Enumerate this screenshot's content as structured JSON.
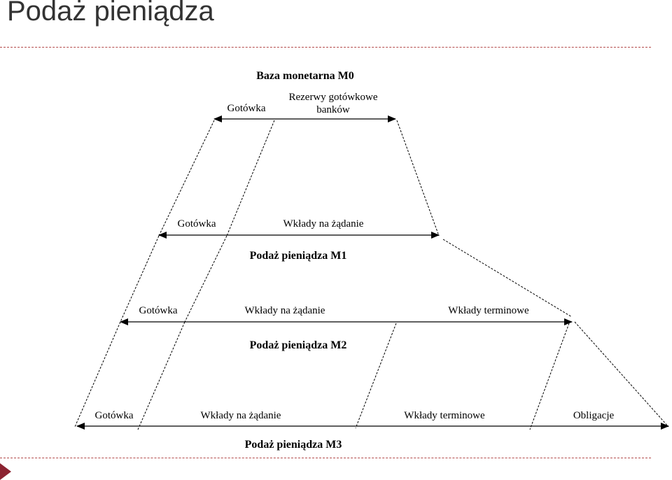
{
  "slide": {
    "title": "Podaż pieniądza"
  },
  "m0": {
    "title": "Baza monetarna M0",
    "gotowka": "Gotówka",
    "rezerwy_line1": "Rezerwy gotówkowe",
    "rezerwy_line2": "banków"
  },
  "m1": {
    "gotowka": "Gotówka",
    "wklady_na_zadanie": "Wkłady na żądanie",
    "title": "Podaż pieniądza M1"
  },
  "m2": {
    "gotowka": "Gotówka",
    "wklady_na_zadanie": "Wkłady na żądanie",
    "wklady_terminowe": "Wkłady terminowe",
    "title": "Podaż pieniądza M2"
  },
  "m3": {
    "gotowka": "Gotówka",
    "wklady_na_zadanie": "Wkłady na żądanie",
    "wklady_terminowe": "Wkłady terminowe",
    "obligacje": "Obligacje",
    "title": "Podaż pieniądza M3"
  },
  "colors": {
    "accent": "#8b2331",
    "rule": "#b34a4a",
    "title": "#333333"
  }
}
